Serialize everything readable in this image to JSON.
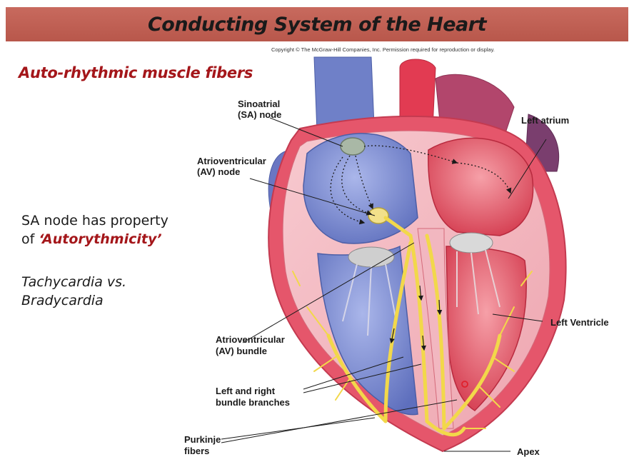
{
  "title": "Conducting System of the Heart",
  "copyright": "Copyright © The McGraw-Hill Companies, Inc. Permission required for reproduction or display.",
  "subtitle": "Auto-rhythmic muscle fibers",
  "body": {
    "line1": "SA node has property",
    "line2_prefix": "of ",
    "line2_emph": "‘Autorythmicity’",
    "line3": "Tachycardia vs.",
    "line4": "Bradycardia"
  },
  "labels": {
    "sa_1": "Sinoatrial",
    "sa_2": "(SA) node",
    "left_atrium": "Left atrium",
    "av_node_1": "Atrioventricular",
    "av_node_2": "(AV) node",
    "left_ventricle": "Left Ventricle",
    "av_bundle_1": "Atrioventricular",
    "av_bundle_2": "(AV) bundle",
    "branches_1": "Left and right",
    "branches_2": "bundle branches",
    "purkinje_1": "Purkinje",
    "purkinje_2": "fibers",
    "apex": "Apex"
  },
  "colors": {
    "title_bar": "#bf6256",
    "accent_red": "#a4161a",
    "conduction_yellow": "#f2d84a",
    "right_side_blue": "#7f8fd0",
    "left_side_red": "#e0475a"
  }
}
